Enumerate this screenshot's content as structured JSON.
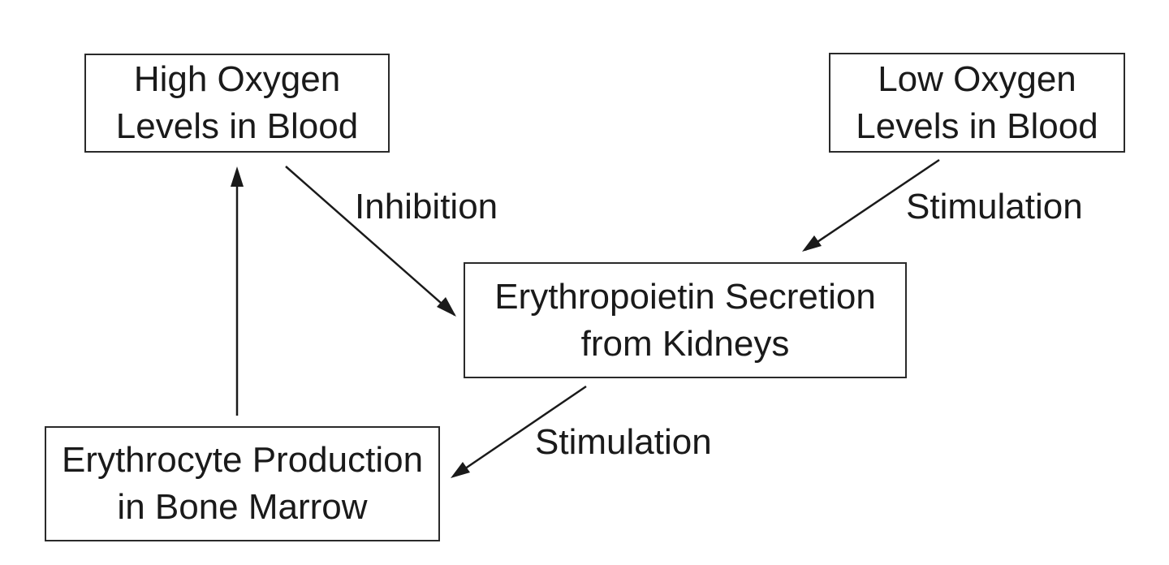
{
  "nodes": {
    "high_oxygen": {
      "line1": "High Oxygen",
      "line2": "Levels in Blood"
    },
    "low_oxygen": {
      "line1": "Low Oxygen",
      "line2": "Levels in Blood"
    },
    "epo": {
      "line1": "Erythropoietin Secretion",
      "line2": "from Kidneys"
    },
    "erythrocyte": {
      "line1": "Erythrocyte Production",
      "line2": "in Bone Marrow"
    }
  },
  "edges": {
    "high_to_epo": {
      "label": "Inhibition"
    },
    "low_to_epo": {
      "label": "Stimulation"
    },
    "epo_to_erythrocyte": {
      "label": "Stimulation"
    },
    "erythrocyte_to_high": {
      "label": ""
    }
  },
  "colors": {
    "stroke": "#1a1a1a",
    "background": "#ffffff"
  }
}
